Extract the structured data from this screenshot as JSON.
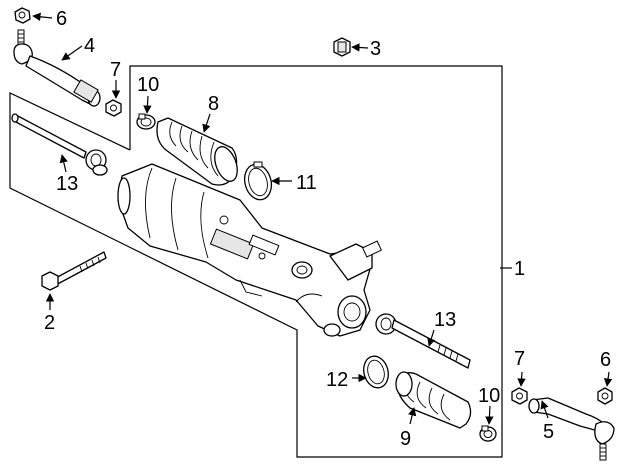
{
  "callouts": {
    "c1": "1",
    "c2": "2",
    "c3": "3",
    "c4": "4",
    "c5": "5",
    "c6a": "6",
    "c6b": "6",
    "c7a": "7",
    "c7b": "7",
    "c8": "8",
    "c9": "9",
    "c10a": "10",
    "c10b": "10",
    "c11": "11",
    "c12": "12",
    "c13a": "13",
    "c13b": "13"
  }
}
